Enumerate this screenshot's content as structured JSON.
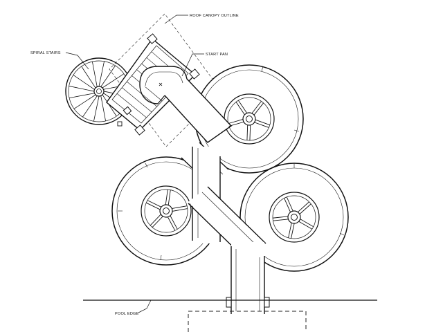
{
  "labels": {
    "roof_canopy": "ROOF CANOPY OUTLINE",
    "start_pan": "START PAN",
    "spiral_stairs": "SPIRAL STAIRS",
    "pool_edge": "POOL EDGE"
  },
  "colors": {
    "line": "#111111",
    "background": "#ffffff"
  }
}
